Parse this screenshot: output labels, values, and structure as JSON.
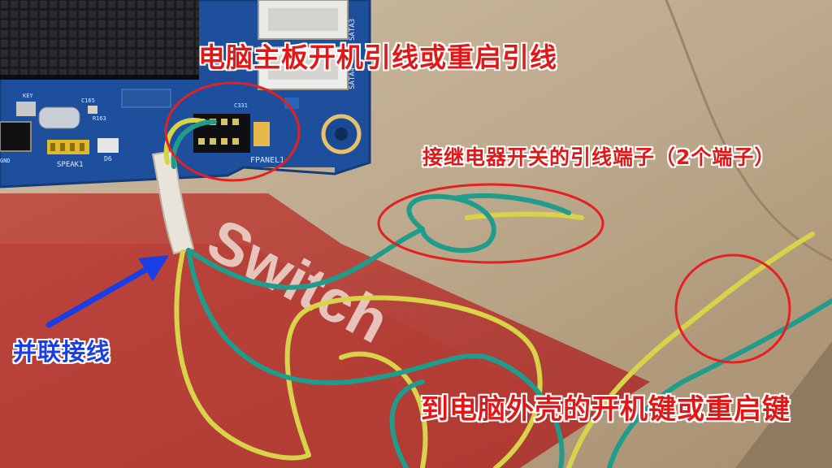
{
  "annotations": {
    "top_label": "电脑主板开机引线或重启引线",
    "middle_label": "接继电器开关的引线端子（2个端子）",
    "left_label": "并联接线",
    "bottom_label": "到电脑外壳的开机键或重启键"
  },
  "board": {
    "silkscreen_speak": "SPEAK1",
    "silkscreen_fpanel": "FPANEL1",
    "silkscreen_sata3": "SATA3",
    "silkscreen_sata4": "SATA4",
    "silkscreen_d6": "D6",
    "silkscreen_c165": "C165",
    "silkscreen_r163": "R163",
    "silkscreen_key": "KEY",
    "silkscreen_gnd": "GND",
    "silkscreen_c331": "C331"
  },
  "box_print": "Switch",
  "colors": {
    "annotation_red": "#e01818",
    "annotation_blue": "#1a3ee6",
    "wire_yellow": "#d8d44a",
    "wire_green": "#1f9c8c",
    "board_blue": "#1d4f9c",
    "cardboard": "#b9a58a"
  }
}
